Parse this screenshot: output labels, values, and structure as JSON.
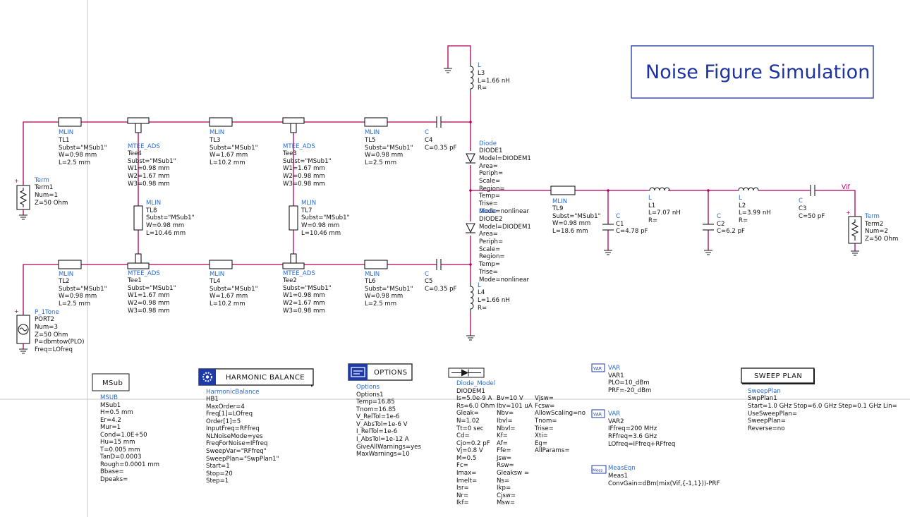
{
  "title": "Noise Figure Simulation",
  "net_label": "Vif",
  "components": [
    {
      "id": "tl1",
      "type": "MLIN",
      "lines": [
        "TL1",
        "Subst=\"MSub1\"",
        "W=0.98 mm",
        "L=2.5 mm"
      ]
    },
    {
      "id": "tl2",
      "type": "MLIN",
      "lines": [
        "TL2",
        "Subst=\"MSub1\"",
        "W=0.98 mm",
        "L=2.5 mm"
      ]
    },
    {
      "id": "tl3",
      "type": "MLIN",
      "lines": [
        "TL3",
        "Subst=\"MSub1\"",
        "W=1.67 mm",
        "L=10.2 mm"
      ]
    },
    {
      "id": "tl4",
      "type": "MLIN",
      "lines": [
        "TL4",
        "Subst=\"MSub1\"",
        "W=1.67 mm",
        "L=10.2 mm"
      ]
    },
    {
      "id": "tl5",
      "type": "MLIN",
      "lines": [
        "TL5",
        "Subst=\"MSub1\"",
        "W=0.98 mm",
        "L=2.5 mm"
      ]
    },
    {
      "id": "tl6",
      "type": "MLIN",
      "lines": [
        "TL6",
        "Subst=\"MSub1\"",
        "W=0.98 mm",
        "L=2.5 mm"
      ]
    },
    {
      "id": "tl7",
      "type": "MLIN",
      "lines": [
        "TL7",
        "Subst=\"MSub1\"",
        "W=0.98 mm",
        "L=10.46 mm"
      ]
    },
    {
      "id": "tl8",
      "type": "MLIN",
      "lines": [
        "TL8",
        "Subst=\"MSub1\"",
        "W=0.98 mm",
        "L=10.46 mm"
      ]
    },
    {
      "id": "tl9",
      "type": "MLIN",
      "lines": [
        "TL9",
        "Subst=\"MSub1\"",
        "W=0.98 mm",
        "L=18.6 mm"
      ]
    },
    {
      "id": "tee4",
      "type": "MTEE_ADS",
      "lines": [
        "Tee4",
        "Subst=\"MSub1\"",
        "W1=0.98 mm",
        "W2=1.67 mm",
        "W3=0.98 mm"
      ]
    },
    {
      "id": "tee3",
      "type": "MTEE_ADS",
      "lines": [
        "Tee3",
        "Subst=\"MSub1\"",
        "W1=1.67 mm",
        "W2=0.98 mm",
        "W3=0.98 mm"
      ]
    },
    {
      "id": "tee1",
      "type": "MTEE_ADS",
      "lines": [
        "Tee1",
        "Subst=\"MSub1\"",
        "W1=1.67 mm",
        "W2=0.98 mm",
        "W3=0.98 mm"
      ]
    },
    {
      "id": "tee2",
      "type": "MTEE_ADS",
      "lines": [
        "Tee2",
        "Subst=\"MSub1\"",
        "W1=0.98 mm",
        "W2=1.67 mm",
        "W3=0.98 mm"
      ]
    },
    {
      "id": "term1",
      "type": "Term",
      "lines": [
        "Term1",
        "Num=1",
        "Z=50 Ohm"
      ]
    },
    {
      "id": "term2",
      "type": "Term",
      "lines": [
        "Term2",
        "Num=2",
        "Z=50 Ohm"
      ]
    },
    {
      "id": "port2",
      "type": "P_1Tone",
      "lines": [
        "PORT2",
        "Num=3",
        "Z=50 Ohm",
        "P=dbmtow(PLO)",
        "Freq=LOfreq"
      ]
    },
    {
      "id": "c4",
      "type": "C",
      "lines": [
        "C4",
        "C=0.35 pF"
      ]
    },
    {
      "id": "c5",
      "type": "C",
      "lines": [
        "C5",
        "C=0.35 pF"
      ]
    },
    {
      "id": "c1",
      "type": "C",
      "lines": [
        "C1",
        "C=4.78 pF"
      ]
    },
    {
      "id": "c2",
      "type": "C",
      "lines": [
        "C2",
        "C=6.2 pF"
      ]
    },
    {
      "id": "c3",
      "type": "C",
      "lines": [
        "C3",
        "C=50 pF"
      ]
    },
    {
      "id": "l3",
      "type": "L",
      "lines": [
        "L3",
        "L=1.66 nH",
        "R="
      ]
    },
    {
      "id": "l4",
      "type": "L",
      "lines": [
        "L4",
        "L=1.66 nH",
        "R="
      ]
    },
    {
      "id": "l1",
      "type": "L",
      "lines": [
        "L1",
        "L=7.07 nH",
        "R="
      ]
    },
    {
      "id": "l2",
      "type": "L",
      "lines": [
        "L2",
        "L=3.99 nH",
        "R="
      ]
    },
    {
      "id": "diode1",
      "type": "Diode",
      "lines": [
        "DIODE1",
        "Model=DIODEM1",
        "Area=",
        "Periph=",
        "Scale=",
        "Region=",
        "Temp=",
        "Trise=",
        "Mode=nonlinear"
      ]
    },
    {
      "id": "diode2",
      "type": "Diode",
      "lines": [
        "DIODE2",
        "Model=DIODEM1",
        "Area=",
        "Periph=",
        "Scale=",
        "Region=",
        "Temp=",
        "Trise=",
        "Mode=nonlinear"
      ]
    }
  ],
  "blocks": {
    "msub": {
      "label": "MSub",
      "type": "MSUB",
      "lines": [
        "MSub1",
        "H=0.5 mm",
        "Er=4.2",
        "Mur=1",
        "Cond=1.0E+50",
        "Hu=15 mm",
        "T=0.005 mm",
        "TanD=0.0003",
        "Rough=0.0001 mm",
        "Bbase=",
        "Dpeaks="
      ]
    },
    "hb": {
      "label": "HARMONIC BALANCE",
      "type": "HarmonicBalance",
      "lines": [
        "HB1",
        "MaxOrder=4",
        "Freq[1]=LOfreq",
        "Order[1]=5",
        "InputFreq=RFfreq",
        "NLNoiseMode=yes",
        "FreqForNoise=IFfreq",
        "SweepVar=\"RFfreq\"",
        "SweepPlan=\"SwpPlan1\"",
        "Start=1",
        "Stop=20",
        "Step=1"
      ]
    },
    "options": {
      "label": "OPTIONS",
      "type": "Options",
      "lines": [
        "Options1",
        "Temp=16.85",
        "Tnom=16.85",
        "V_RelTol=1e-6",
        "V_AbsTol=1e-6 V",
        "I_RelTol=1e-6",
        "I_AbsTol=1e-12 A",
        "GiveAllWarnings=yes",
        "MaxWarnings=10"
      ]
    },
    "diode_model": {
      "type": "Diode_Model",
      "name": "DIODEM1",
      "col1": [
        "Is=5.0e-9 A",
        "Rs=6.0 Ohm",
        "Gleak=",
        "N=1.02",
        "Tt=0 sec",
        "Cd=",
        "Cjo=0.2 pF",
        "Vj=0.8 V",
        "M=0.5",
        "Fc=",
        "Imax=",
        "Imelt=",
        "Isr=",
        "Nr=",
        "Ikf="
      ],
      "col2": [
        "Bv=10 V",
        "Ibv=101 uA",
        "Nbv=",
        "Ibvl=",
        "Nbvl=",
        "Kf=",
        "Af=",
        "Ffe=",
        "Jsw=",
        "Rsw=",
        "Gleaksw =",
        "Ns=",
        "Ikp=",
        "Cjsw=",
        "Msw="
      ],
      "col3": [
        "Vjsw=",
        "Fcsw=",
        "AllowScaling=no",
        "Tnom=",
        "Trise=",
        "Xti=",
        "Eg=",
        "AllParams="
      ]
    },
    "var1": {
      "type": "VAR",
      "lines": [
        "VAR1",
        "PLO=10_dBm",
        "PRF=-20_dBm"
      ]
    },
    "var2": {
      "type": "VAR",
      "lines": [
        "VAR2",
        "IFfreq=200 MHz",
        "RFfreq=3.6 GHz",
        "LOfreq=IFfreq+RFfreq"
      ]
    },
    "meas": {
      "type": "MeasEqn",
      "lines": [
        "Meas1",
        "ConvGain=dBm(mix(Vif,{-1,1}))-PRF"
      ]
    },
    "sweep": {
      "label": "SWEEP PLAN",
      "type": "SweepPlan",
      "lines": [
        "SwpPlan1",
        "Start=1.0 GHz Stop=6.0 GHz Step=0.1 GHz Lin=",
        "UseSweepPlan=",
        "SweepPlan=",
        "Reverse=no"
      ]
    }
  }
}
